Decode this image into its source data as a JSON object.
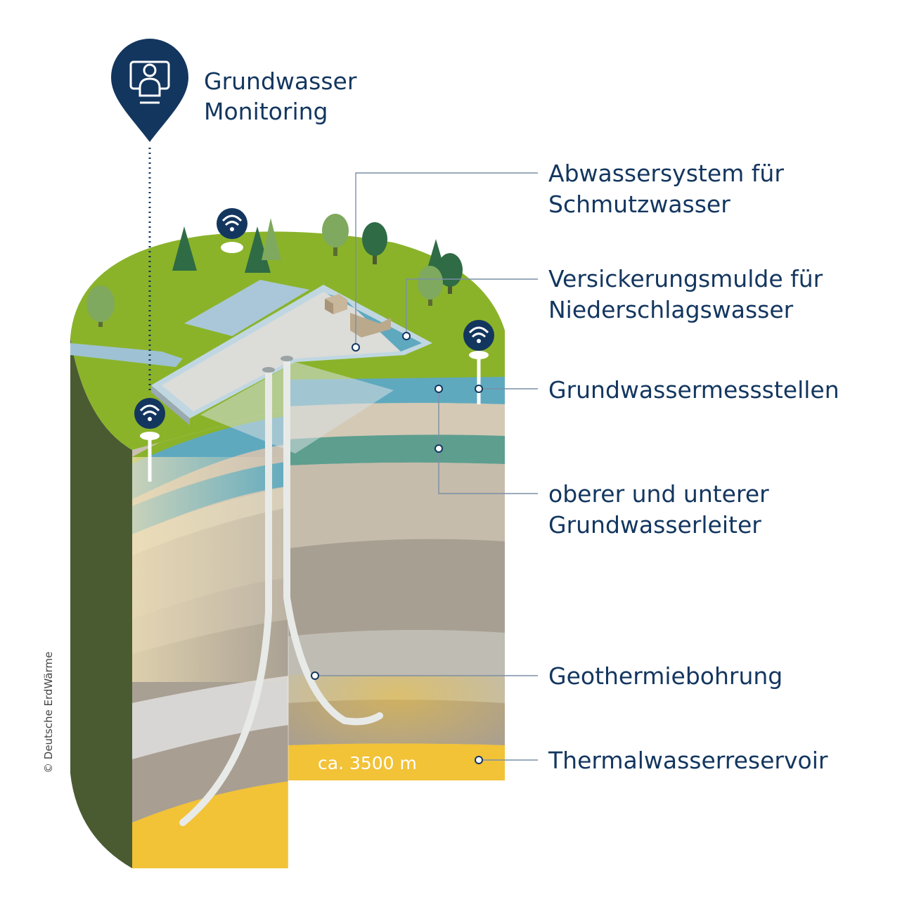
{
  "monitoring": {
    "line1": "Grundwasser",
    "line2": "Monitoring",
    "icon": "monitoring-person-screen-icon"
  },
  "labels": {
    "abwasser": {
      "line1": "Abwassersystem für",
      "line2": "Schmutzwasser"
    },
    "versickerung": {
      "line1": "Versickerungsmulde für",
      "line2": "Niederschlagswasser"
    },
    "messstellen": {
      "line1": "Grundwassermessstellen"
    },
    "leiter": {
      "line1": "oberer und unterer",
      "line2": "Grundwasserleiter"
    },
    "bohrung": {
      "line1": "Geothermiebohrung"
    },
    "reservoir": {
      "line1": "Thermalwasserreservoir"
    }
  },
  "depth_label": "ca. 3500 m",
  "copyright": "© Deutsche ErdWärme",
  "colors": {
    "navy": "#13365f",
    "grass": "#8ab32a",
    "tree_dark": "#2f6b45",
    "tree_light": "#7fa95e",
    "aquifer": "#5fa9bf",
    "reservoir": "#f2c237",
    "soil_dark": "#4a5b31"
  }
}
